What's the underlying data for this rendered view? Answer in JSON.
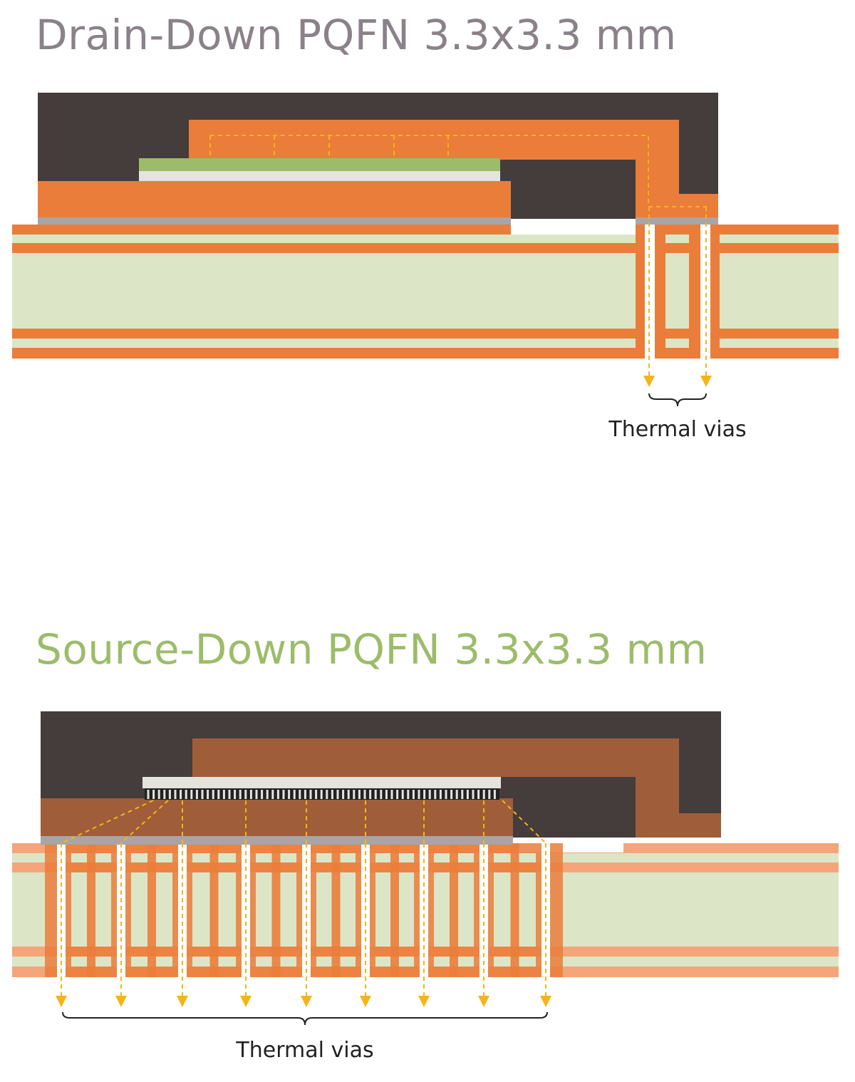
{
  "drain_down": {
    "title": "Drain-Down PQFN 3.3x3.3 mm",
    "via_label": "Thermal vias"
  },
  "source_down": {
    "title": "Source-Down PQFN 3.3x3.3 mm",
    "via_label": "Thermal vias"
  },
  "colors": {
    "mold": "#453c3c",
    "copper": "#ea7d3a",
    "copper_dark": "#a05d3a",
    "copper_light": "#f4a57a",
    "laminate": "#dce6c6",
    "solder": "#a7a5a6",
    "die_top": "#9cbc6a",
    "die_base": "#e4e4dc",
    "heat_path": "#f4b41a",
    "title_gray": "#8a8189",
    "title_green": "#9cbc6a"
  }
}
